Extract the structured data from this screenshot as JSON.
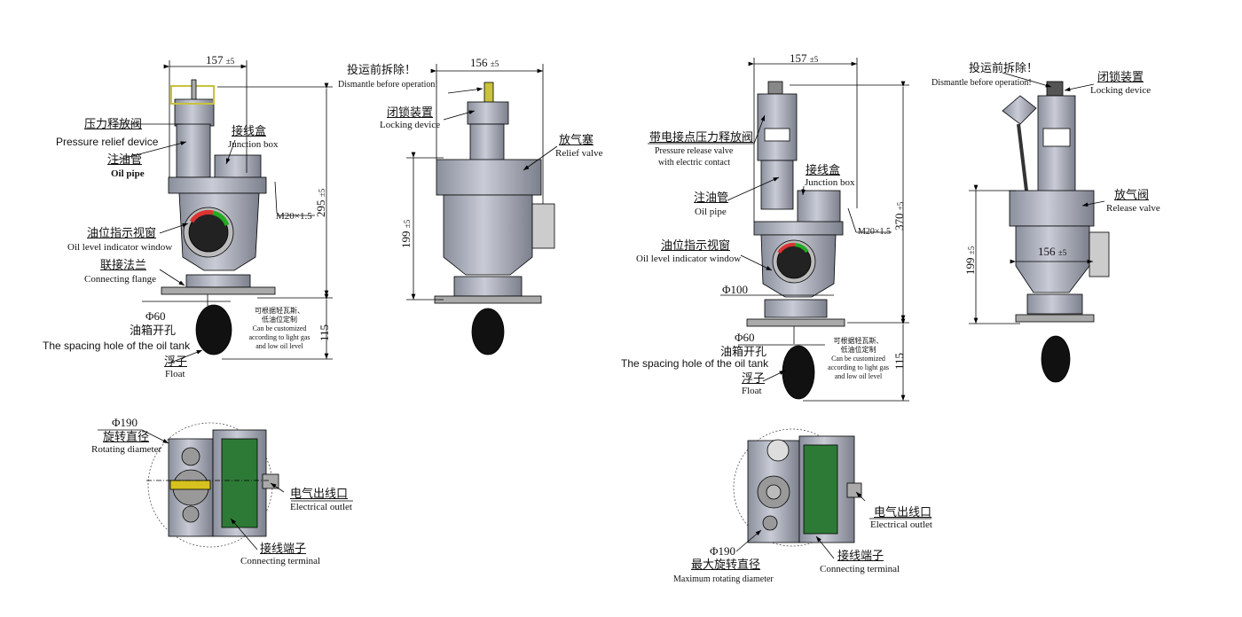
{
  "view1": {
    "width_dim": "157",
    "width_tol": "±5",
    "height_dim": "295",
    "height_tol": "±5",
    "pressure_relief_cn": "压力释放阀",
    "pressure_relief_en": "Pressure relief device",
    "oil_pipe_cn": "注油管",
    "oil_pipe_en": "Oil pipe",
    "junction_box_cn": "接线盒",
    "junction_box_en": "Junction box",
    "thread": "M20×1.5",
    "oil_window_cn": "油位指示视窗",
    "oil_window_en": "Oil level indicator window",
    "flange_cn": "联接法兰",
    "flange_en": "Connecting flange",
    "hole_dim": "Φ60",
    "hole_cn": "油箱开孔",
    "hole_en": "The spacing hole of the oil tank",
    "custom_cn1": "可根据轻瓦斯、",
    "custom_cn2": "低油位定制",
    "custom_en1": "Can be customized",
    "custom_en2": "according to light gas",
    "custom_en3": "and low oil level",
    "float_dim": "115",
    "float_cn": "浮子",
    "float_en": "Float"
  },
  "view2": {
    "dismantle_cn": "投运前拆除！",
    "dismantle_en": "Dismantle before operation!",
    "width_dim": "156",
    "width_tol": "±5",
    "locking_cn": "闭锁装置",
    "locking_en": "Locking device",
    "relief_cn": "放气塞",
    "relief_en": "Relief valve",
    "height_dim": "199",
    "height_tol": "±5"
  },
  "view3": {
    "diameter": "Φ190",
    "rot_cn": "旋转直径",
    "rot_en": "Rotating diameter",
    "outlet_cn": "电气出线口",
    "outlet_en": "Electrical outlet",
    "terminal_cn": "接线端子",
    "terminal_en": "Connecting terminal"
  },
  "view4": {
    "width_dim": "157",
    "width_tol": "±5",
    "height_dim": "370",
    "height_tol": "±5",
    "prv_cn": "带电接点压力释放阀",
    "prv_en1": "Pressure release valve",
    "prv_en2": "with electric contact",
    "oil_pipe_cn": "注油管",
    "oil_pipe_en": "Oil pipe",
    "junction_box_cn": "接线盒",
    "junction_box_en": "Junction box",
    "thread": "M20×1.5",
    "oil_window_cn": "油位指示视窗",
    "oil_window_en": "Oil level indicator window",
    "flange_dim": "Φ100",
    "hole_dim": "Φ60",
    "hole_cn": "油箱开孔",
    "hole_en": "The spacing hole of the oil tank",
    "custom_cn1": "可根据轻瓦斯、",
    "custom_cn2": "低油位定制",
    "custom_en1": "Can be customized",
    "custom_en2": "according to light gas",
    "custom_en3": "and low oil level",
    "float_dim": "115",
    "float_cn": "浮子",
    "float_en": "Float"
  },
  "view5": {
    "dismantle_cn": "投运前拆除！",
    "dismantle_en": "Dismantle before operation!",
    "locking_cn": "闭锁装置",
    "locking_en": "Locking device",
    "release_cn": "放气阀",
    "release_en": "Release valve",
    "width_dim": "156",
    "width_tol": "±5",
    "height_dim": "199",
    "height_tol": "±5"
  },
  "view6": {
    "diameter": "Φ190",
    "rot_cn": "最大旋转直径",
    "rot_en": "Maximum rotating diameter",
    "outlet_cn": "电气出线口",
    "outlet_en": "Electrical outlet",
    "terminal_cn": "接线端子",
    "terminal_en": "Connecting terminal"
  }
}
